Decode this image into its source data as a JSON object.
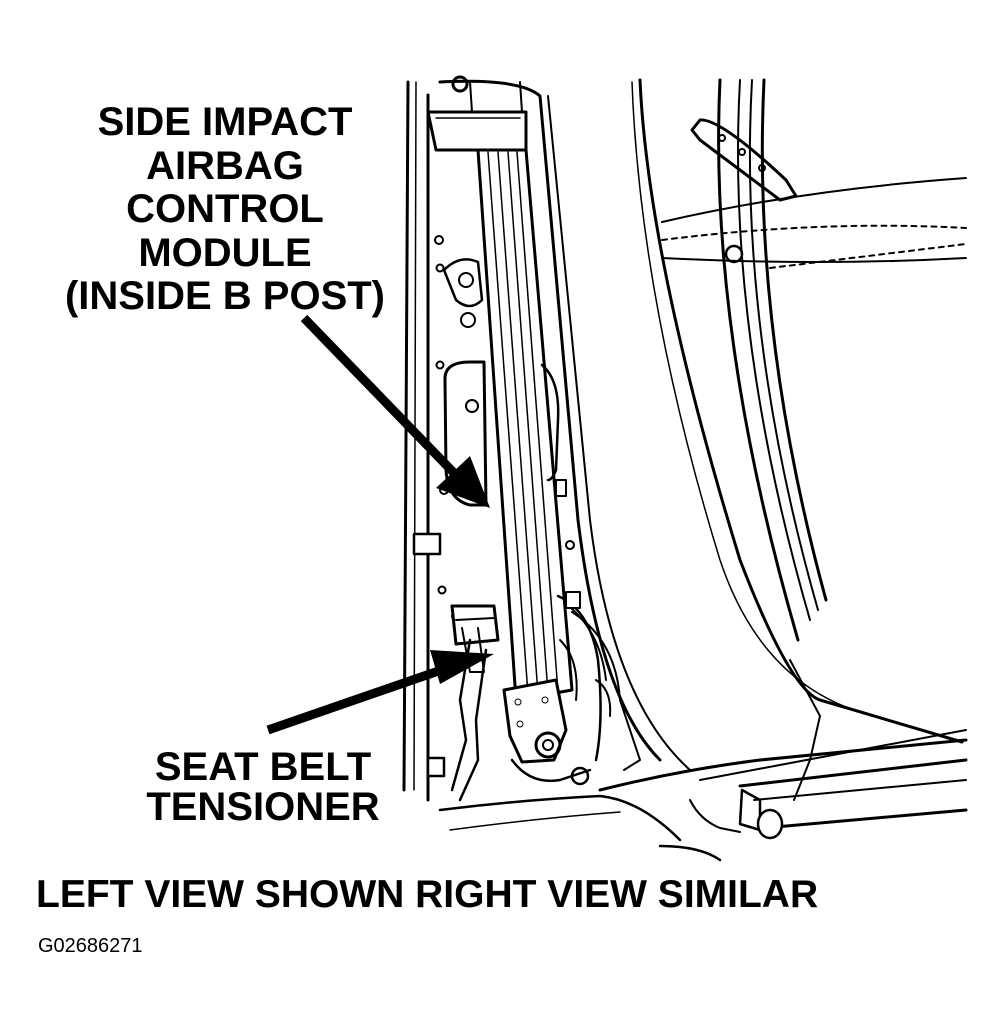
{
  "callouts": {
    "side_impact_module": {
      "lines": [
        "SIDE IMPACT",
        "AIRBAG",
        "CONTROL",
        "MODULE",
        "(INSIDE B POST)"
      ]
    },
    "seat_belt_tensioner": {
      "lines": [
        "SEAT BELT",
        "TENSIONER"
      ]
    }
  },
  "caption": "LEFT VIEW SHOWN RIGHT VIEW SIMILAR",
  "figure_id": "G02686271",
  "colors": {
    "ink": "#000000",
    "paper": "#ffffff"
  }
}
